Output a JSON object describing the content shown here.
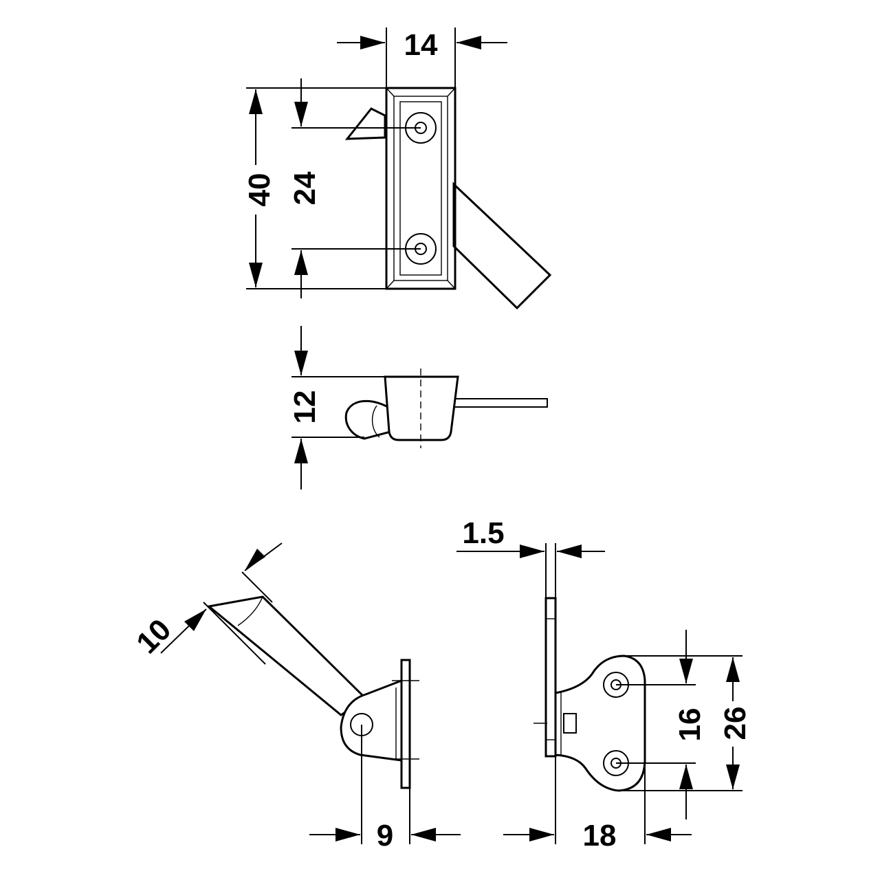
{
  "dimensions": {
    "top_width": "14",
    "overall_height": "40",
    "hole_spacing": "24",
    "side_height": "12",
    "arm_width": "10",
    "pivot_offset": "9",
    "plate_thickness": "1.5",
    "depth": "18",
    "bracket_hole_spacing": "16",
    "bracket_height": "26"
  }
}
